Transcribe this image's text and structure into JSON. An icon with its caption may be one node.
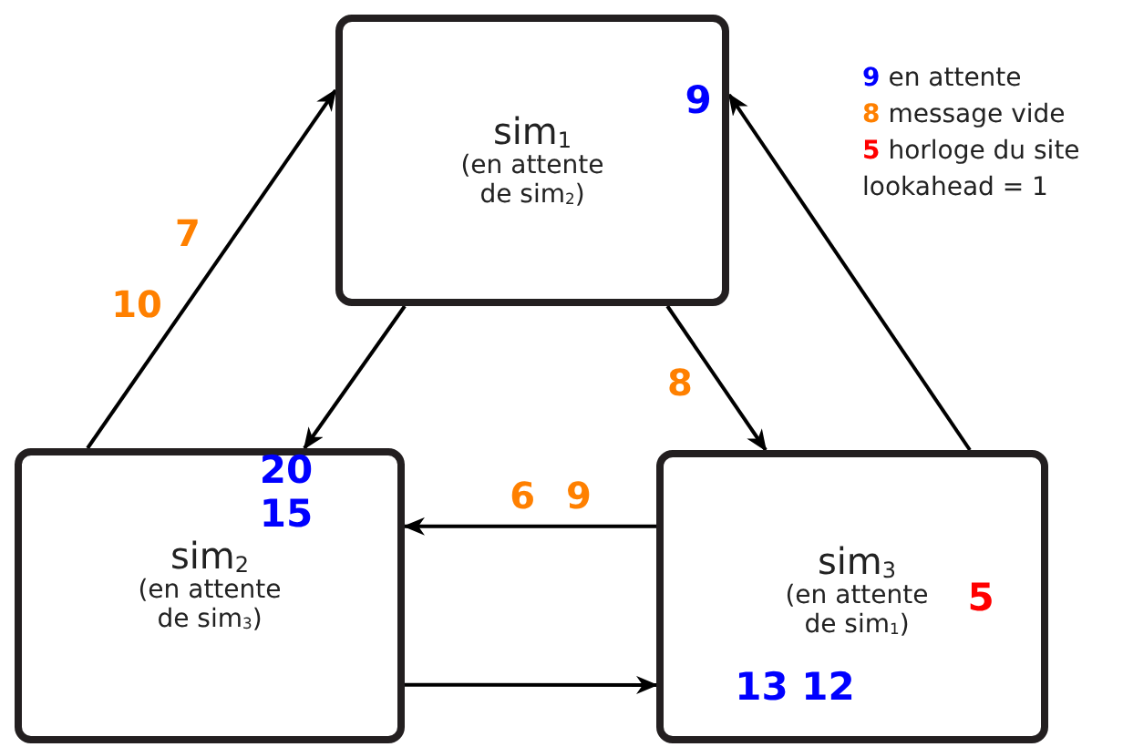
{
  "diagram": {
    "nodes": [
      {
        "text": [
          "9",
          "sim$_{1}$",
          "(en attente de sim$_{2}$)"
        ]
      },
      {
        "text": [
          "20",
          "15",
          "sim$_{2}$",
          "(en attente de sim$_{3}$)"
        ]
      },
      {
        "text": [
          "sim$_{3}$",
          "(en attente de sim$_{1}$)",
          "5",
          "13 12"
        ]
      }
    ],
    "edges": [
      {
        "from": 1,
        "to": 0,
        "arrow": "to",
        "label": "7"
      },
      {
        "from": 0,
        "to": 1,
        "arrow": "to"
      },
      {
        "from": 0,
        "to": 2,
        "arrow": "to",
        "label": "8"
      },
      {
        "from": 2,
        "to": 0,
        "arrow": "to"
      },
      {
        "from": 2,
        "to": 1,
        "arrow": "to",
        "label": "6 9"
      },
      {
        "from": 1,
        "to": 2,
        "arrow": "to"
      }
    ],
    "labels": [
      "10",
      "lookahead = 1"
    ],
    "legend": [
      {
        "text": "**9** en attente",
        "color": "#0000ff"
      },
      {
        "text": "**8** message vide",
        "color": "#ff8000"
      },
      {
        "text": "**5** horloge du site",
        "color": "#ff0000"
      }
    ]
  }
}
